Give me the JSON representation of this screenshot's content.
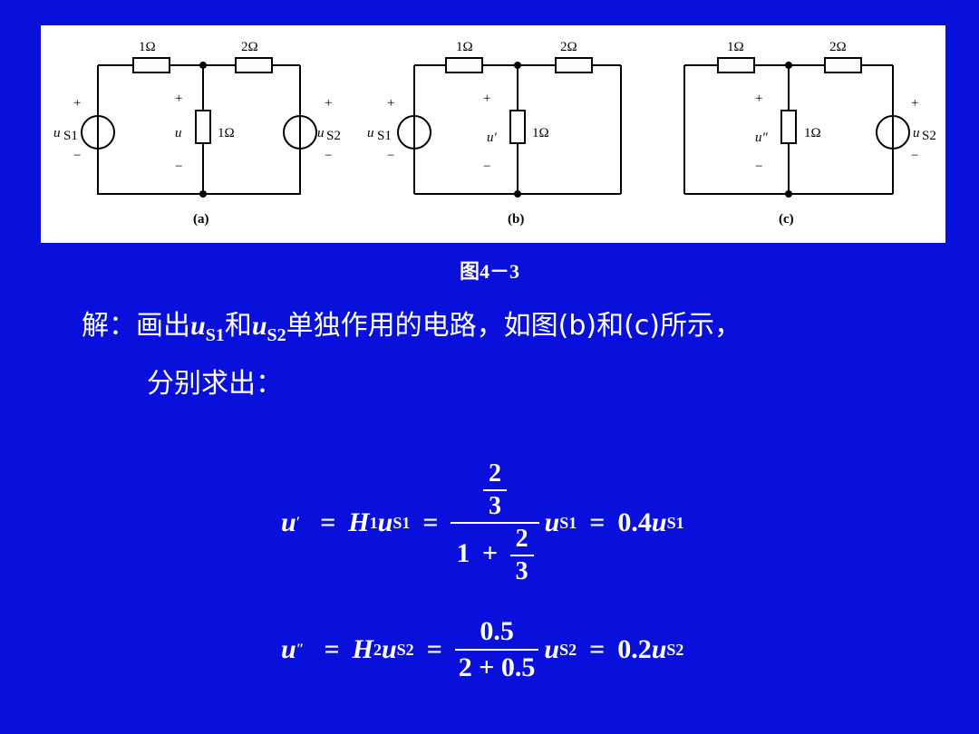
{
  "figure": {
    "circuits": [
      {
        "label": "(a)",
        "r_left": "1Ω",
        "r_right": "2Ω",
        "r_mid": "1Ω",
        "u_mid": "u",
        "src_left": "u",
        "src_left_sub": "S1",
        "src_right": "u",
        "src_right_sub": "S2"
      },
      {
        "label": "(b)",
        "r_left": "1Ω",
        "r_right": "2Ω",
        "r_mid": "1Ω",
        "u_mid": "u′",
        "src_left": "u",
        "src_left_sub": "S1"
      },
      {
        "label": "(c)",
        "r_left": "1Ω",
        "r_right": "2Ω",
        "r_mid": "1Ω",
        "u_mid": "u″",
        "src_right": "u",
        "src_right_sub": "S2"
      }
    ],
    "plus": "+",
    "minus": "−"
  },
  "caption": "图4－3",
  "solution": {
    "prefix": "解：画出",
    "u": "u",
    "s1": "S1",
    "and": "和",
    "s2": "S2",
    "rest": "单独作用的电路，如图(b)和(c)所示，",
    "line2": "分别求出："
  },
  "eq1": {
    "lhs": "u",
    "prime": "′",
    "eq": "=",
    "H": "H",
    "H_sub": "1",
    "u": "u",
    "u_sub": "S1",
    "inner_num": "2",
    "inner_den": "3",
    "den_one": "1",
    "plus": "+",
    "result": "0.4"
  },
  "eq2": {
    "lhs": "u",
    "prime": "″",
    "eq": "=",
    "H": "H",
    "H_sub": "2",
    "u": "u",
    "u_sub": "S2",
    "num": "0.5",
    "den": "2 + 0.5",
    "result": "0.2"
  }
}
